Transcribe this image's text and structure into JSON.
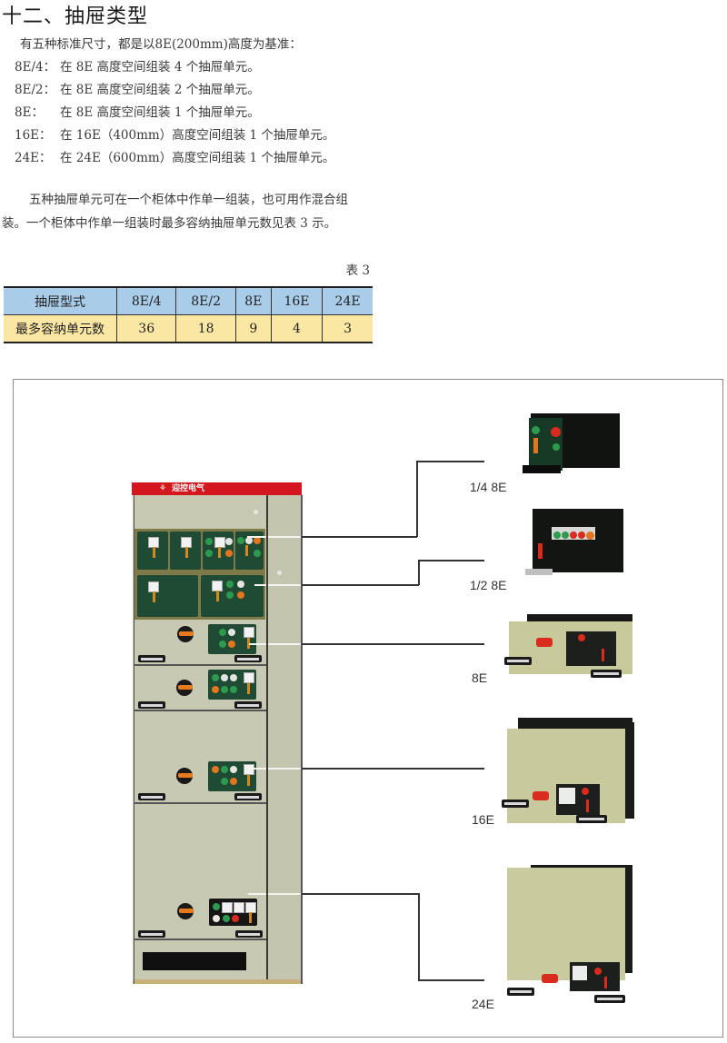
{
  "section": {
    "title": "十二、抽屉类型",
    "intro": "有五种标准尺寸，都是以8E(200mm)高度为基准：",
    "types": [
      {
        "label": "8E/4：",
        "desc": "在 8E 高度空间组装 4 个抽屉单元。"
      },
      {
        "label": "8E/2：",
        "desc": "在 8E 高度空间组装 2 个抽屉单元。"
      },
      {
        "label": "8E：",
        "desc": "在 8E 高度空间组装 1 个抽屉单元。"
      },
      {
        "label": "16E：",
        "desc": "在 16E（400mm）高度空间组装 1 个抽屉单元。"
      },
      {
        "label": "24E：",
        "desc": "在 24E（600mm）高度空间组装 1 个抽屉单元。"
      }
    ],
    "paragraph": "五种抽屉单元可在一个柜体中作单一组装，也可用作混合组装。一个柜体中作单一组装时最多容纳抽屉单元数见表 3 示。"
  },
  "table3": {
    "caption": "表 3",
    "header": [
      "抽屉型式",
      "8E/4",
      "8E/2",
      "8E",
      "16E",
      "24E"
    ],
    "row": [
      "最多容纳单元数",
      "36",
      "18",
      "9",
      "4",
      "3"
    ],
    "colors": {
      "header_bg": "#a9cde8",
      "row_bg": "#fbe7a4"
    }
  },
  "figure": {
    "cabinet_brand": "迎控电气",
    "brand_color": "#d4161e",
    "units": [
      {
        "label": "1/4 8E"
      },
      {
        "label": "1/2 8E"
      },
      {
        "label": "8E"
      },
      {
        "label": "16E"
      },
      {
        "label": "24E"
      }
    ]
  }
}
